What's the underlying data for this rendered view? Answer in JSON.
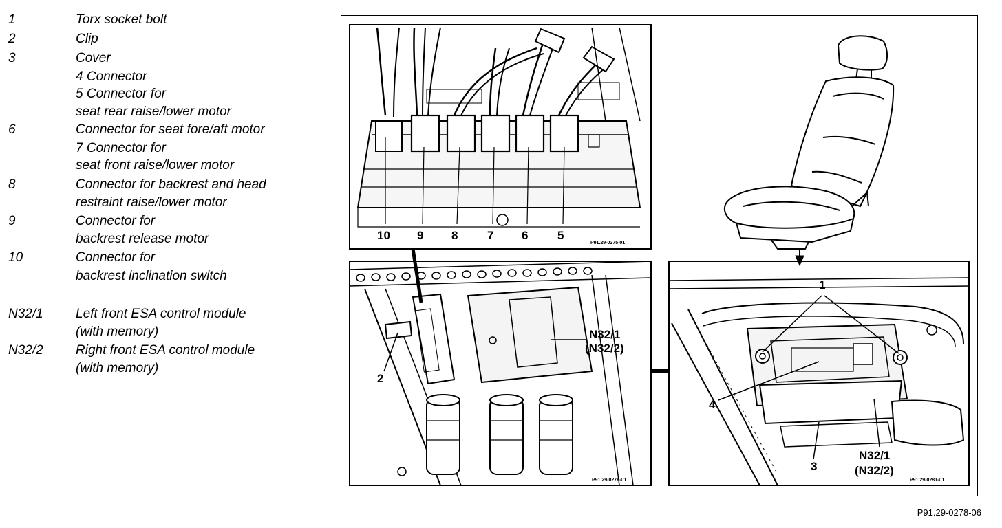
{
  "legend": {
    "items": [
      {
        "key": "1",
        "desc": "Torx socket bolt"
      },
      {
        "key": "2",
        "desc": "Clip"
      },
      {
        "key": "3",
        "desc": "Cover"
      },
      {
        "key": "",
        "desc": "4   Connector"
      },
      {
        "key": "",
        "desc": "5   Connector for"
      },
      {
        "key": "",
        "desc": "seat rear raise/lower motor"
      },
      {
        "key": "6",
        "desc": "Connector for seat fore/aft motor"
      },
      {
        "key": "",
        "desc": "7   Connector for"
      },
      {
        "key": "",
        "desc": "seat front raise/lower motor"
      },
      {
        "key": "8",
        "desc": "Connector for backrest and head"
      },
      {
        "key": "",
        "desc": "restraint raise/lower motor"
      },
      {
        "key": "9",
        "desc": "Connector for"
      },
      {
        "key": "",
        "desc": "backrest release motor"
      },
      {
        "key": "10",
        "desc": "Connector for"
      },
      {
        "key": "",
        "desc": "backrest inclination switch"
      },
      {
        "key": "N32/1",
        "desc": "Left front ESA control module"
      },
      {
        "key": "",
        "desc": "(with memory)"
      },
      {
        "key": "N32/2",
        "desc": "Right front ESA control module"
      },
      {
        "key": "",
        "desc": "(with memory)"
      }
    ]
  },
  "diagram": {
    "connectors_panel": {
      "labels": [
        "10",
        "9",
        "8",
        "7",
        "6",
        "5"
      ],
      "ref": "P91.29-0275-01"
    },
    "module_panel": {
      "clip_label": "2",
      "module_label_1": "N32/1",
      "module_label_2": "(N32/2)",
      "ref": "P91.29-0276-01"
    },
    "underseat_panel": {
      "bolt_label": "1",
      "connector_label": "4",
      "cover_label": "3",
      "module_label_1": "N32/1",
      "module_label_2": "(N32/2)",
      "ref": "P91.29-0281-01"
    }
  },
  "footer_ref": "P91.29-0278-06"
}
